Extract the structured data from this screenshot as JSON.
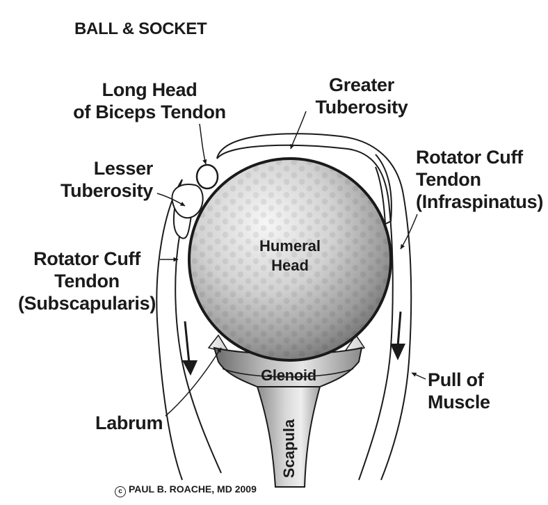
{
  "title": "BALL & SOCKET",
  "labels": {
    "long_head_line1": "Long Head",
    "long_head_line2": "of Biceps Tendon",
    "greater_line1": "Greater",
    "greater_line2": "Tuberosity",
    "lesser_line1": "Lesser",
    "lesser_line2": "Tuberosity",
    "rc_infra_line1": "Rotator Cuff",
    "rc_infra_line2": "Tendon",
    "rc_infra_line3": "(Infraspinatus)",
    "rc_sub_line1": "Rotator Cuff",
    "rc_sub_line2": "Tendon",
    "rc_sub_line3": "(Subscapularis)",
    "humeral_line1": "Humeral",
    "humeral_line2": "Head",
    "glenoid": "Glenoid",
    "labrum": "Labrum",
    "pull_line1": "Pull of",
    "pull_line2": "Muscle",
    "scapula": "Scapula"
  },
  "copyright": {
    "symbol": "c",
    "text": "PAUL B. ROACHE, MD 2009"
  },
  "colors": {
    "ink": "#1a1a1a",
    "ball_light": "#f4f4f4",
    "ball_dark": "#7a7a7a",
    "background": "#ffffff"
  }
}
